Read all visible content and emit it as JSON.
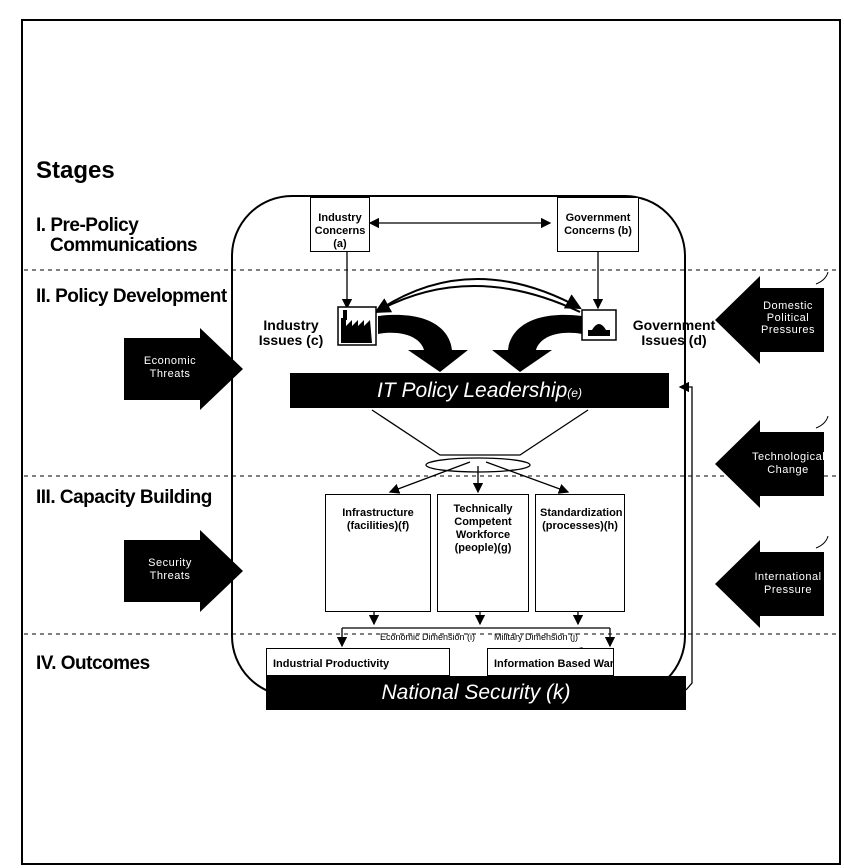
{
  "title": "Stages",
  "stages": [
    {
      "label": "I. Pre-Policy"
    },
    {
      "label": "Communications"
    },
    {
      "label": "II. Policy Development"
    },
    {
      "label": "III. Capacity Building"
    },
    {
      "label": "IV. Outcomes"
    }
  ],
  "concerns": {
    "industry": "Industry Concerns (a)",
    "government": "Government Concerns (b)"
  },
  "issues": {
    "industry": "Industry Issues (c)",
    "government": "Government Issues (d)"
  },
  "leadership": "IT Policy Leadership",
  "leadership_tag": "(e)",
  "capacity": {
    "infrastructure": "Infrastructure (facilities)(f)",
    "workforce": "Technically Competent Workforce (people)(g)",
    "standardization": "Standardization (processes)(h)"
  },
  "dimensions": {
    "economic": "Economic Dimension (i)",
    "military": "Military Dimension (j)"
  },
  "outcomes": {
    "industrial": "Industrial Productivity",
    "warfare": "Information Based Warfare",
    "security": "National Security (k)"
  },
  "external": {
    "economic_threats": "Economic Threats",
    "security_threats": "Security Threats",
    "domestic": "Domestic Political Pressures",
    "technological": "Technological Change",
    "international": "International Pressure"
  },
  "colors": {
    "ink": "#000000",
    "paper": "#ffffff"
  },
  "icons": [
    "factory-icon",
    "capitol-icon",
    "power-pylon-icon",
    "person-icon",
    "puzzle-icon",
    "skyline-icon",
    "explosion-icon"
  ]
}
